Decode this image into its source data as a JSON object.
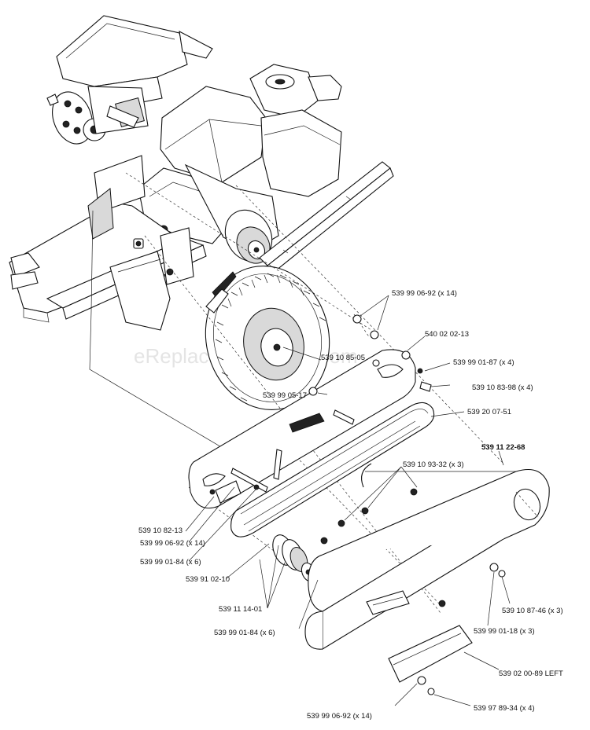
{
  "watermark": "eReplacementParts.com",
  "labels": {
    "p_539_99_06_92_top": "539 99 06-92 (x 14)",
    "p_540_02_02_13": "540 02 02-13",
    "p_539_99_01_87": "539 99 01-87 (x 4)",
    "p_539_10_85_05": "539 10 85-05",
    "p_539_10_83_98": "539 10 83-98 (x 4)",
    "p_539_99_05_17": "539 99 05-17",
    "p_539_20_07_51": "539 20 07-51",
    "p_539_11_22_68": "539 11 22-68",
    "p_539_10_93_32": "539 10 93-32 (x 3)",
    "p_539_10_82_13": "539 10 82-13",
    "p_539_99_06_92_mid": "539 99 06-92 (x 14)",
    "p_539_99_01_84_a": "539 99 01-84 (x 6)",
    "p_539_91_02_10": "539 91 02-10",
    "p_539_11_14_01": "539 11 14-01",
    "p_539_99_01_84_b": "539 99 01-84 (x 6)",
    "p_539_10_87_46": "539 10 87-46 (x 3)",
    "p_539_99_01_18": "539 99 01-18 (x 3)",
    "p_539_02_00_89": "539 02 00-89 LEFT",
    "p_539_99_06_92_bot": "539 99 06-92 (x 14)",
    "p_539_97_89_34": "539 97 89-34 (x 4)"
  }
}
